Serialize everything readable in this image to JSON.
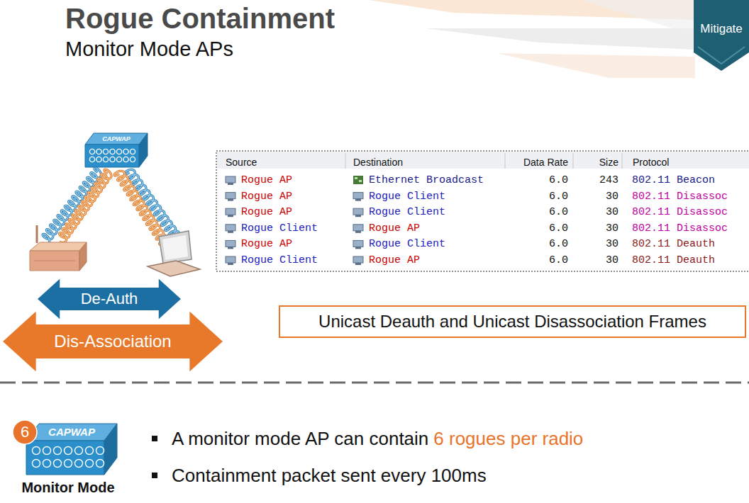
{
  "diagram": {
    "title": "Rogue Containment",
    "nodes": [
      {
        "text": [
          "Mitigate"
        ]
      },
      {
        "text": [
          "CAPWAP"
        ]
      },
      {
        "text": [
          "De-Auth"
        ]
      },
      {
        "text": [
          "Dis-Association"
        ]
      },
      {
        "text": [
          "Unicast Deauth and Unicast Disassociation Frames"
        ]
      },
      {
        "text": [
          "6"
        ]
      },
      {
        "text": [
          "CAPWAP",
          "Monitor Mode"
        ]
      }
    ],
    "labels": [
      "Monitor Mode APs",
      "Source",
      "Destination",
      "Data Rate",
      "Size",
      "Protocol",
      "Rogue AP",
      "Ethernet Broadcast",
      "6.0",
      "243",
      "802.11 Beacon",
      "Rogue AP",
      "Rogue Client",
      "6.0",
      "30",
      "802.11 Disassoc",
      "Rogue AP",
      "Rogue Client",
      "6.0",
      "30",
      "802.11 Disassoc",
      "Rogue Client",
      "Rogue AP",
      "6.0",
      "30",
      "802.11 Disassoc",
      "Rogue AP",
      "Rogue Client",
      "6.0",
      "30",
      "802.11 Deauth",
      "Rogue Client",
      "Rogue AP",
      "6.0",
      "30",
      "802.11 Deauth",
      "A monitor mode AP can contain",
      "6 rogues per radio",
      "Containment packet sent every 100ms"
    ]
  }
}
